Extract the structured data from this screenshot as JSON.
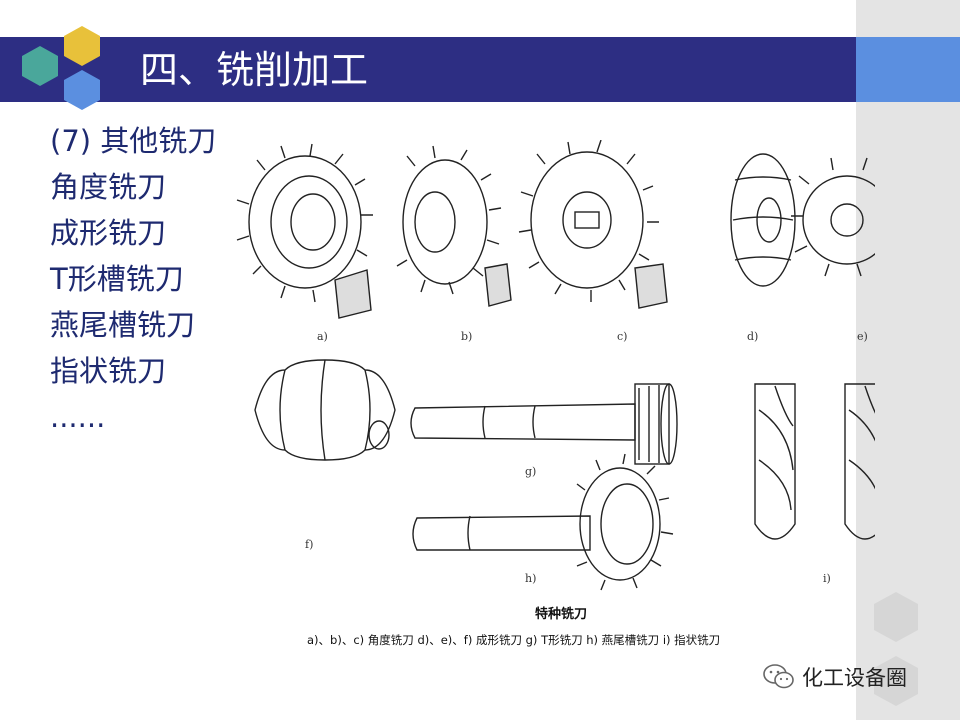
{
  "slide": {
    "title": "四、铣削加工",
    "bullets": [
      "(7) 其他铣刀",
      "角度铣刀",
      "成形铣刀",
      "T形槽铣刀",
      "燕尾槽铣刀",
      "指状铣刀",
      "......"
    ]
  },
  "figure": {
    "labels": {
      "a": "a)",
      "b": "b)",
      "c": "c)",
      "d": "d)",
      "e": "e)",
      "f": "f)",
      "g": "g)",
      "h": "h)",
      "i": "i)"
    },
    "title": "特种铣刀",
    "caption": "a)、b)、c) 角度铣刀   d)、e)、f) 成形铣刀   g) T形铣刀   h) 燕尾槽铣刀   i) 指状铣刀"
  },
  "watermark": {
    "text": "化工设备圈",
    "icon": "wechat-icon"
  },
  "colors": {
    "title_bar": "#2d2e83",
    "accent": "#5b8fe0",
    "text": "#1e2a70",
    "hex_teal": "#4aa79b",
    "hex_gold": "#e8c13a",
    "hex_blue": "#5b8fe0"
  }
}
